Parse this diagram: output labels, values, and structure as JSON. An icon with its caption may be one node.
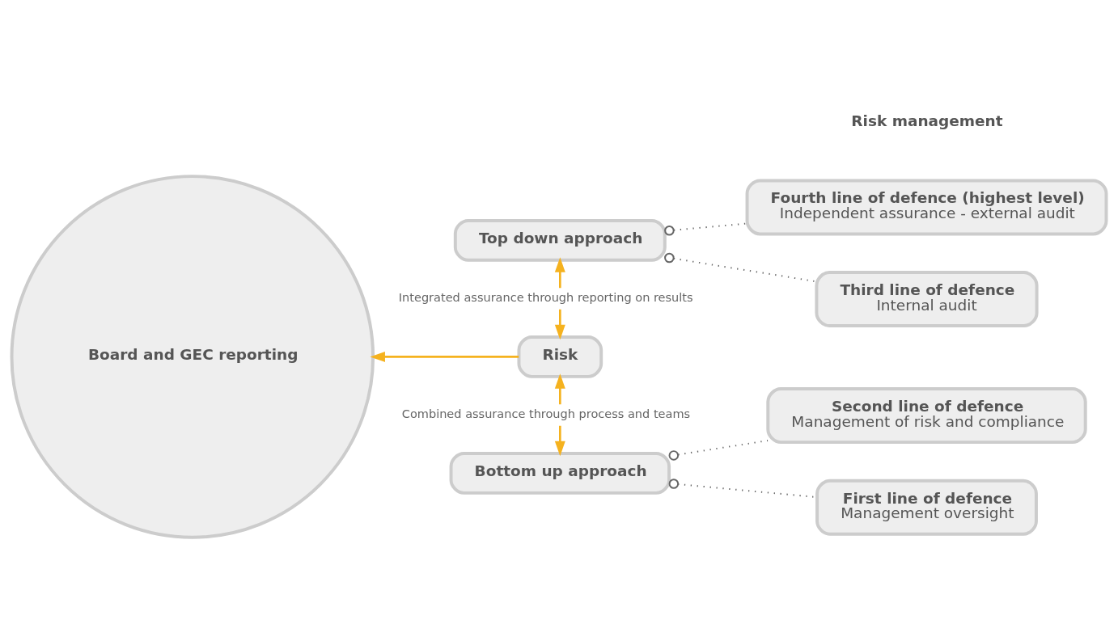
{
  "diagram": {
    "nodes": [
      {
        "text": [
          "Board and GEC reporting"
        ]
      },
      {
        "text": [
          "Top down approach"
        ]
      },
      {
        "text": [
          "Risk"
        ]
      },
      {
        "text": [
          "Bottom up approach"
        ]
      },
      {
        "text": [
          "Fourth line of defence (highest level)",
          "Independent assurance - external audit"
        ]
      },
      {
        "text": [
          "Third line of defence",
          "Internal audit"
        ]
      },
      {
        "text": [
          "Second line of defence",
          "Management of risk and compliance"
        ]
      },
      {
        "text": [
          "First line of defence",
          "Management oversight"
        ]
      }
    ],
    "edges": [
      {
        "from": 2,
        "to": 0,
        "arrow": "to",
        "color": "#f5b21f"
      },
      {
        "from": 1,
        "to": 2,
        "arrow": "both",
        "label": "Integrated assurance through reporting on results",
        "color": "#f5b21f"
      },
      {
        "from": 2,
        "to": 3,
        "arrow": "both",
        "label": "Combined assurance through process and teams",
        "color": "#f5b21f"
      },
      {
        "from": 1,
        "to": 4,
        "arrow": "other",
        "style": "dashed"
      },
      {
        "from": 1,
        "to": 5,
        "arrow": "other",
        "style": "dashed"
      },
      {
        "from": 3,
        "to": 6,
        "arrow": "other",
        "style": "dashed"
      },
      {
        "from": 3,
        "to": 7,
        "arrow": "other",
        "style": "dashed"
      }
    ],
    "labels": [
      "Risk management"
    ]
  }
}
